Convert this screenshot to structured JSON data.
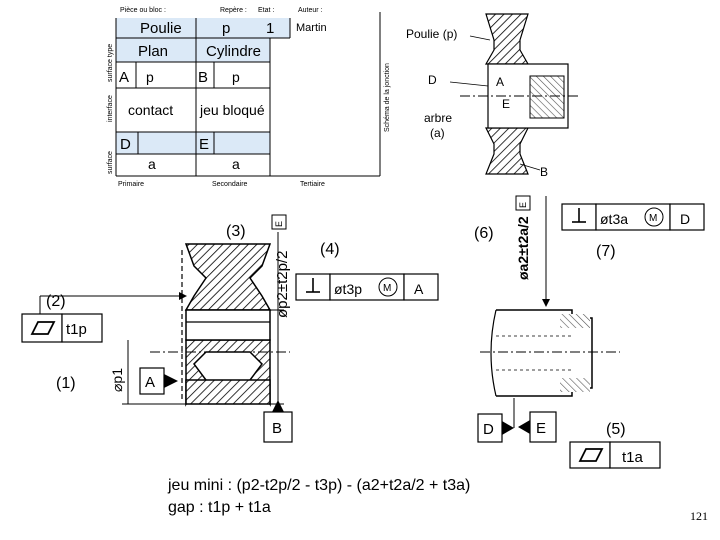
{
  "table": {
    "header": {
      "piece": "Pièce ou bloc :",
      "repere": "Repère :",
      "etat": "Etat :",
      "auteur": "Auteur :"
    },
    "side_interface": "interface",
    "side_surface_type": "surface type",
    "side_surface": "surface",
    "joint_label": "Schéma de la jonction",
    "piece_name": "Poulie",
    "repere_value": "p",
    "etat_value": "1",
    "author_value": "Martin",
    "surface_type_primary": "Plan",
    "surface_type_secondary": "Cylindre",
    "letter_a": "A",
    "letter_b": "B",
    "sub_a": "p",
    "sub_b": "p",
    "interface_primary": "contact",
    "interface_secondary": "jeu bloqué",
    "letter_d": "D",
    "letter_e": "E",
    "surface_primary": "a",
    "surface_secondary": "a",
    "footer_primary": "Primaire",
    "footer_secondary": "Secondaire",
    "footer_tertiary": "Tertiaire"
  },
  "joint": {
    "pulley_label": "Poulie (p)",
    "label_d": "D",
    "label_a": "A",
    "label_e": "E",
    "shaft_label_1": "arbre",
    "shaft_label_2": "(a)",
    "label_b": "B"
  },
  "pulley": {
    "label_3": "(3)",
    "label_4": "(4)",
    "label_2": "(2)",
    "label_1": "(1)",
    "dim_p2": "øp2±t2p/2",
    "dim_p2_e": "E",
    "dim_p1": "⌀p1",
    "flat_tol": "t1p",
    "perp_tol": "øt3p",
    "perp_mod": "M",
    "perp_ref": "A",
    "datum_a": "A",
    "datum_b": "B"
  },
  "shaft": {
    "label_6": "(6)",
    "label_7": "(7)",
    "label_5": "(5)",
    "dim_a2": "øa2±t2a/2",
    "dim_a2_e": "E",
    "perp_tol": "øt3a",
    "perp_mod": "M",
    "perp_ref": "D",
    "datum_d": "D",
    "datum_e": "E",
    "flat_tol": "t1a"
  },
  "formula": {
    "line1": "jeu mini : (p2-t2p/2 - t3p) - (a2+t2a/2 + t3a)",
    "line2": "gap : t1p + t1a"
  },
  "page_number": "121"
}
